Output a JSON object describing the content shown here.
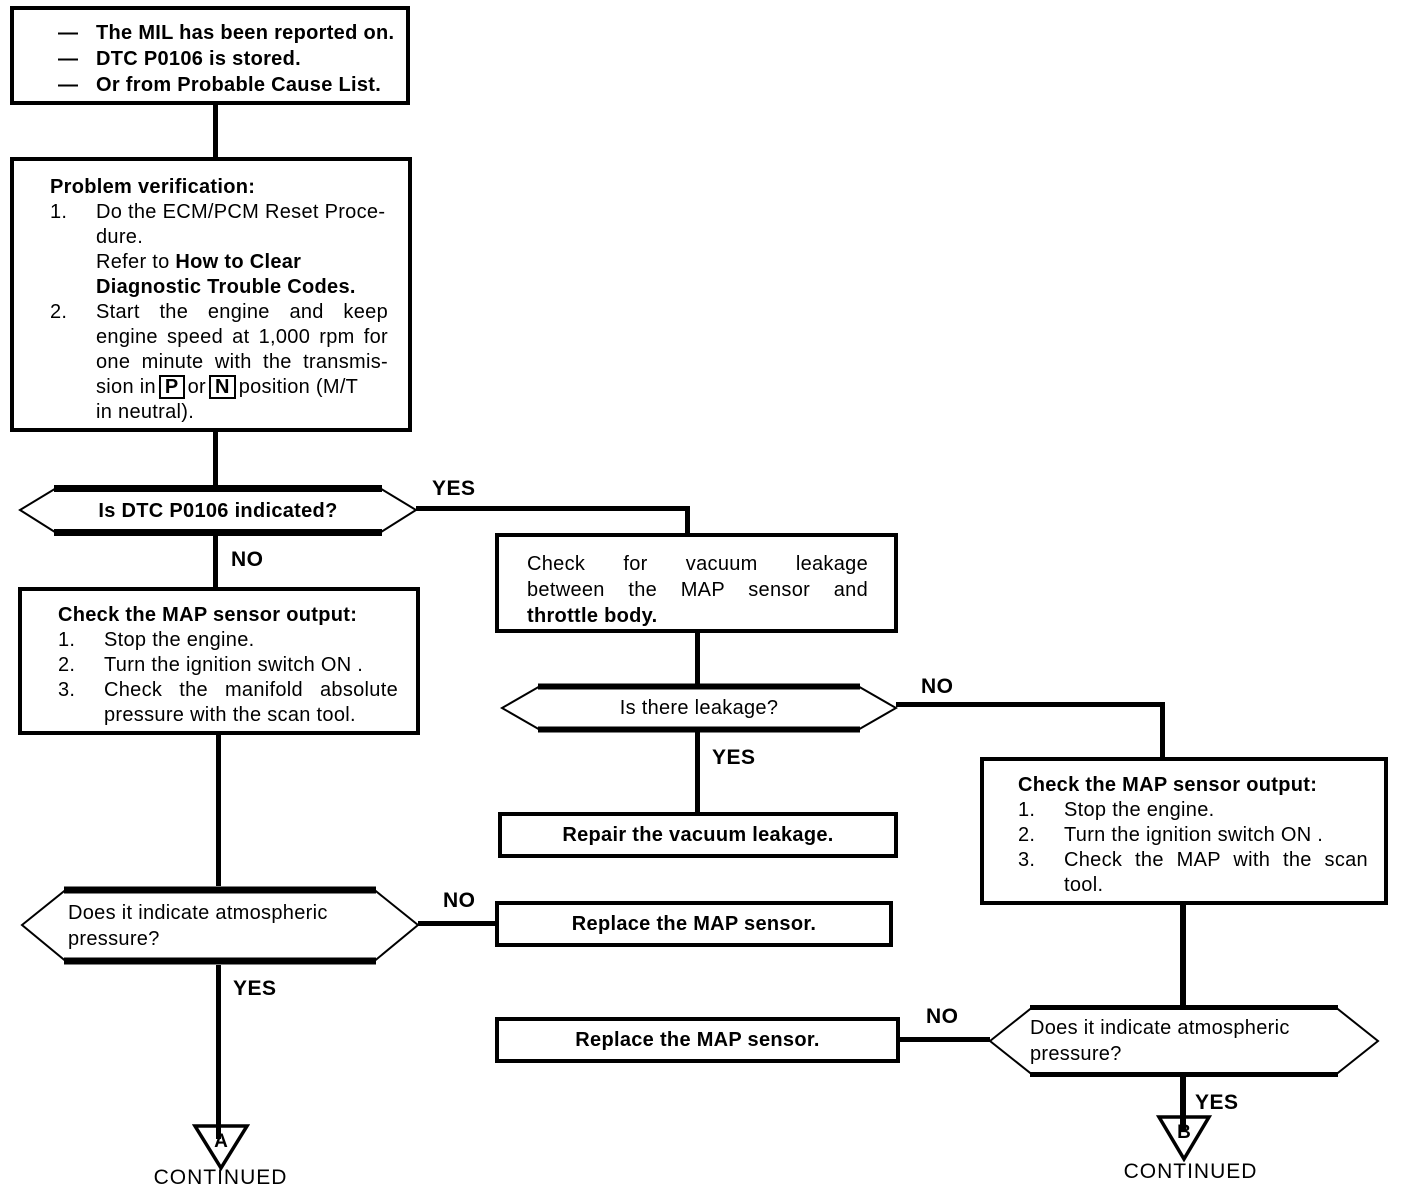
{
  "flow": {
    "edge_labels": {
      "yes": "YES",
      "no": "NO"
    },
    "start": {
      "bullet": "—",
      "lines": [
        "The MIL has been reported on.",
        "DTC P0106 is stored.",
        "Or from Probable Cause List."
      ]
    },
    "verify": {
      "title": "Problem verification:",
      "n1": "1.",
      "l1a": "Do the ECM/PCM Reset Proce-",
      "l1b": "dure.",
      "refer_plain": "Refer to ",
      "refer_bold1": "How to Clear",
      "refer_bold2": "Diagnostic Trouble Codes.",
      "n2": "2.",
      "l2a": "Start the engine and keep",
      "l2b": "engine speed at 1,000 rpm for",
      "l2c": "one minute with the transmis-",
      "l2d_pre": "sion in",
      "key_p": "P",
      "l2d_mid": "or",
      "key_n": "N",
      "l2d_post": "position (M/T",
      "l2e": "in neutral)."
    },
    "hex_dtc": "Is DTC P0106 indicated?",
    "check_left": {
      "title": "Check the MAP sensor output:",
      "n1": "1.",
      "i1": "Stop the engine.",
      "n2": "2.",
      "i2": "Turn the ignition switch ON .",
      "n3": "3.",
      "i3a": "Check the manifold absolute",
      "i3b": "pressure with the scan tool."
    },
    "vacuum": {
      "l1": "Check for vacuum leakage",
      "l2": "between the MAP sensor and",
      "l3": "throttle body."
    },
    "hex_leak": "Is there leakage?",
    "repair": "Repair the vacuum leakage.",
    "check_right": {
      "title": "Check the MAP sensor output:",
      "n1": "1.",
      "i1": "Stop the engine.",
      "n2": "2.",
      "i2": "Turn the ignition switch ON .",
      "n3": "3.",
      "i3a": "Check the MAP with the scan",
      "i3b": "tool."
    },
    "hex_atm_left": {
      "l1": "Does it indicate atmospheric",
      "l2": "pressure?"
    },
    "replace_1": "Replace the MAP sensor.",
    "replace_2": "Replace the MAP sensor.",
    "hex_atm_right": {
      "l1": "Does it indicate atmospheric",
      "l2": "pressure?"
    },
    "continue_a": {
      "letter": "A",
      "label": "CONTINUED"
    },
    "continue_b": {
      "letter": "B",
      "label": "CONTINUED"
    }
  }
}
